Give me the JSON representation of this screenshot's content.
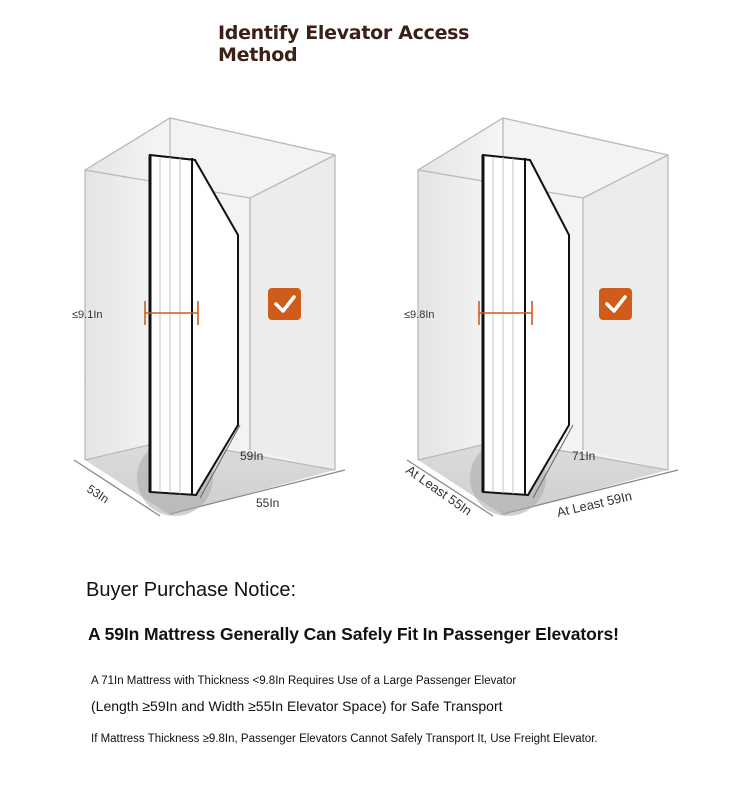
{
  "header": {
    "title": "Identify Elevator Access Method"
  },
  "left_panel": {
    "thickness_label": "≤9.1In",
    "depth_label": "53In",
    "width_label": "55In",
    "mattress_length_label": "59In"
  },
  "right_panel": {
    "thickness_label": "≤9.8In",
    "depth_label": "At Least 55In",
    "width_label": "At Least 59In",
    "mattress_length_label": "71In"
  },
  "notice": {
    "heading": "Buyer Purchase Notice:",
    "headline": "A 59In Mattress Generally Can Safely Fit In Passenger Elevators!",
    "line1": "A 71In Mattress with Thickness <9.8In Requires Use of a Large Passenger Elevator",
    "line2": "(Length ≥59In and Width ≥55In Elevator Space) for Safe Transport",
    "line3": "If Mattress Thickness ≥9.8In, Passenger Elevators Cannot Safely Transport It, Use Freight Elevator."
  },
  "colors": {
    "accent": "#d05c1c",
    "title": "#3a2016"
  },
  "icons": {
    "check": "check-badge-icon"
  }
}
